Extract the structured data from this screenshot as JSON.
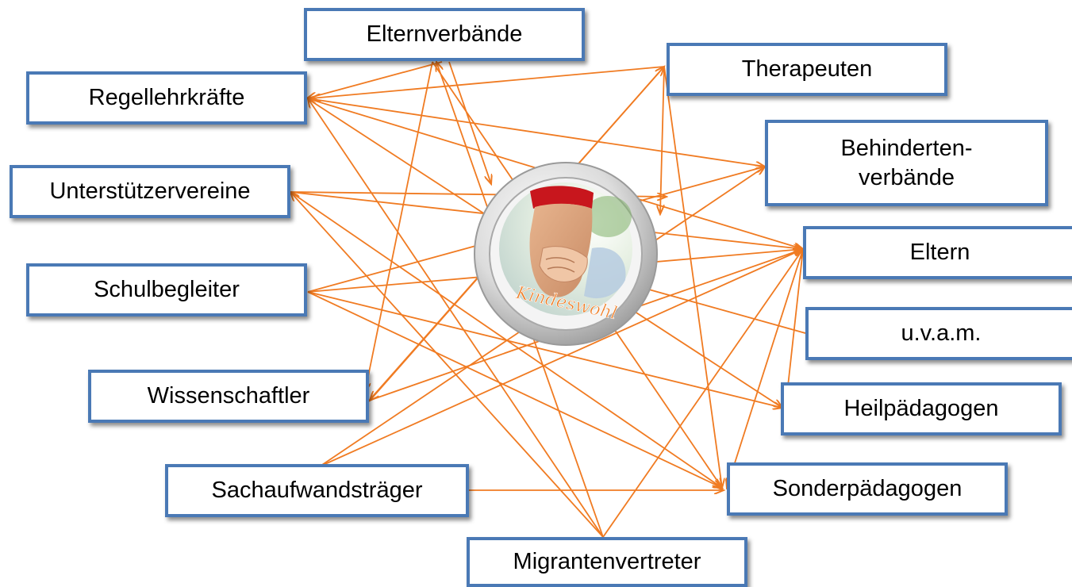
{
  "center": {
    "label": "Kindeswohl",
    "image_description": "hand holding hand"
  },
  "nodes": [
    {
      "id": "elternverbaende",
      "label": "Elternverbände"
    },
    {
      "id": "therapeuten",
      "label": "Therapeuten"
    },
    {
      "id": "regellehrkraefte",
      "label": "Regellehrkräfte"
    },
    {
      "id": "behindertenverbaende",
      "label_line1": "Behinderten-",
      "label_line2": "verbände"
    },
    {
      "id": "unterstuetzervereine",
      "label": "Unterstützervereine"
    },
    {
      "id": "eltern",
      "label": "Eltern"
    },
    {
      "id": "schulbegleiter",
      "label": "Schulbegleiter"
    },
    {
      "id": "uvam",
      "label": "u.v.a.m."
    },
    {
      "id": "wissenschaftler",
      "label": "Wissenschaftler"
    },
    {
      "id": "heilpaedagogen",
      "label": "Heilpädagogen"
    },
    {
      "id": "sachaufwandstraeger",
      "label": "Sachaufwandsträger"
    },
    {
      "id": "sonderpaedagogen",
      "label": "Sonderpädagogen"
    },
    {
      "id": "migrantenvertreter",
      "label": "Migrantenvertreter"
    }
  ],
  "colors": {
    "box_border": "#4a79b5",
    "arrow": "#f07b22",
    "center_label": "#f07b22",
    "ring_outer": "#b9b9b9"
  }
}
